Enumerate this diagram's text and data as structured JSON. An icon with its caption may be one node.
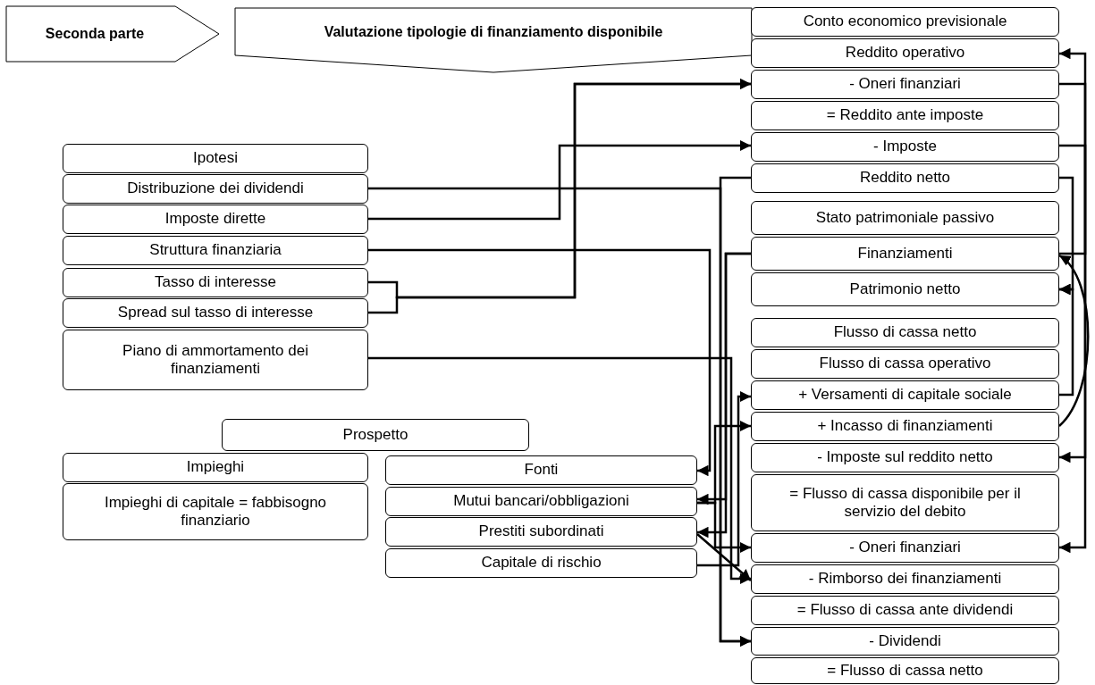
{
  "diagram": {
    "nodes": [
      {
        "text": [
          "Seconda parte"
        ]
      },
      {
        "text": [
          "Valutazione tipologie di finanziamento disponibile"
        ]
      },
      {
        "text": [
          "Conto economico previsionale"
        ]
      },
      {
        "text": [
          "Reddito operativo"
        ]
      },
      {
        "text": [
          "- Oneri finanziari"
        ]
      },
      {
        "text": [
          "= Reddito ante imposte"
        ]
      },
      {
        "text": [
          "-  Imposte"
        ]
      },
      {
        "text": [
          "Reddito netto"
        ]
      },
      {
        "text": [
          "Stato patrimoniale passivo"
        ]
      },
      {
        "text": [
          "Finanziamenti"
        ]
      },
      {
        "text": [
          "Patrimonio netto"
        ]
      },
      {
        "text": [
          "Flusso di cassa netto"
        ]
      },
      {
        "text": [
          "Flusso di cassa operativo"
        ]
      },
      {
        "text": [
          "+ Versamenti di capitale sociale"
        ]
      },
      {
        "text": [
          "+ Incasso di finanziamenti"
        ]
      },
      {
        "text": [
          "- Imposte sul reddito netto"
        ]
      },
      {
        "text": [
          "= Flusso di cassa disponibile per il servizio del debito"
        ]
      },
      {
        "text": [
          "- Oneri finanziari"
        ]
      },
      {
        "text": [
          "- Rimborso dei finanziamenti"
        ]
      },
      {
        "text": [
          "= Flusso di cassa ante dividendi"
        ]
      },
      {
        "text": [
          "- Dividendi"
        ]
      },
      {
        "text": [
          "= Flusso di cassa netto"
        ]
      },
      {
        "text": [
          "Ipotesi"
        ]
      },
      {
        "text": [
          "Distribuzione dei dividendi"
        ]
      },
      {
        "text": [
          "Imposte dirette"
        ]
      },
      {
        "text": [
          "Struttura finanziaria"
        ]
      },
      {
        "text": [
          "Tasso di interesse"
        ]
      },
      {
        "text": [
          "Spread sul tasso di interesse"
        ]
      },
      {
        "text": [
          "Piano di ammortamento dei finanziamenti"
        ]
      },
      {
        "text": [
          "Prospetto"
        ]
      },
      {
        "text": [
          "Impieghi"
        ]
      },
      {
        "text": [
          "Impieghi di capitale = fabbisogno finanziario"
        ]
      },
      {
        "text": [
          "Fonti"
        ]
      },
      {
        "text": [
          "Mutui bancari/obbligazioni"
        ]
      },
      {
        "text": [
          "Prestiti subordinati"
        ]
      },
      {
        "text": [
          "Capitale di rischio"
        ]
      }
    ],
    "edges": [
      {
        "from": 26,
        "to": 4,
        "arrow": "to"
      },
      {
        "from": 27,
        "to": 4,
        "arrow": "to"
      },
      {
        "from": 24,
        "to": 6,
        "arrow": "to"
      },
      {
        "from": 23,
        "to": 20,
        "arrow": "to"
      },
      {
        "from": 7,
        "to": 20,
        "arrow": "to"
      },
      {
        "from": 25,
        "to": 32,
        "arrow": "to"
      },
      {
        "from": 28,
        "to": 18,
        "arrow": "to"
      },
      {
        "from": 9,
        "to": 33,
        "arrow": "to"
      },
      {
        "from": 9,
        "to": 34,
        "arrow": "to"
      },
      {
        "from": 33,
        "to": 14,
        "arrow": "to"
      },
      {
        "from": 33,
        "to": 17,
        "arrow": "to"
      },
      {
        "from": 34,
        "to": 18,
        "arrow": "to"
      },
      {
        "from": 35,
        "to": 13,
        "arrow": "to"
      },
      {
        "from": 7,
        "to": 10,
        "arrow": "to"
      },
      {
        "from": 13,
        "to": 10,
        "arrow": "to"
      },
      {
        "from": 4,
        "to": 17,
        "arrow": "to"
      },
      {
        "from": 6,
        "to": 15,
        "arrow": "to"
      },
      {
        "from": 9,
        "to": 3,
        "arrow": "to"
      },
      {
        "from": 14,
        "to": 9,
        "arrow": "to"
      }
    ]
  }
}
